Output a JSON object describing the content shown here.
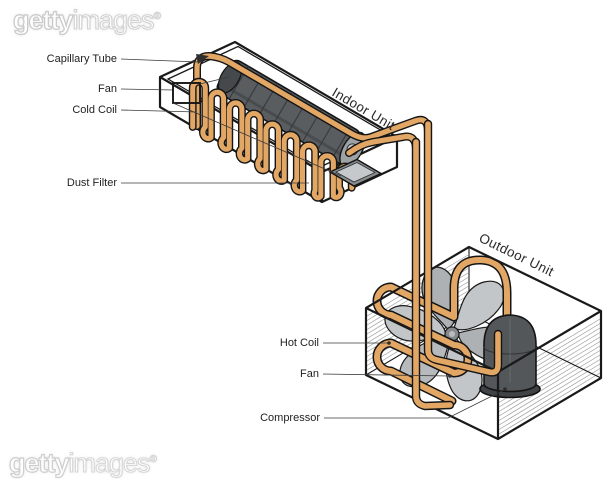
{
  "watermark": {
    "bold": "getty",
    "light": "images",
    "symbol": "®"
  },
  "indoor_unit": {
    "title": "Indoor Unit",
    "labels": {
      "capillary_tube": "Capillary Tube",
      "fan": "Fan",
      "cold_coil": "Cold Coil",
      "dust_filter": "Dust Filter"
    }
  },
  "outdoor_unit": {
    "title": "Outdoor Unit",
    "labels": {
      "hot_coil": "Hot Coil",
      "fan": "Fan",
      "compressor": "Compressor"
    }
  },
  "colors": {
    "copper": "#e2a665",
    "outline": "#1a1a1a",
    "fan_body": "#53575a",
    "blade": "#c3c6c8",
    "hatch": "#9b9b9b"
  }
}
